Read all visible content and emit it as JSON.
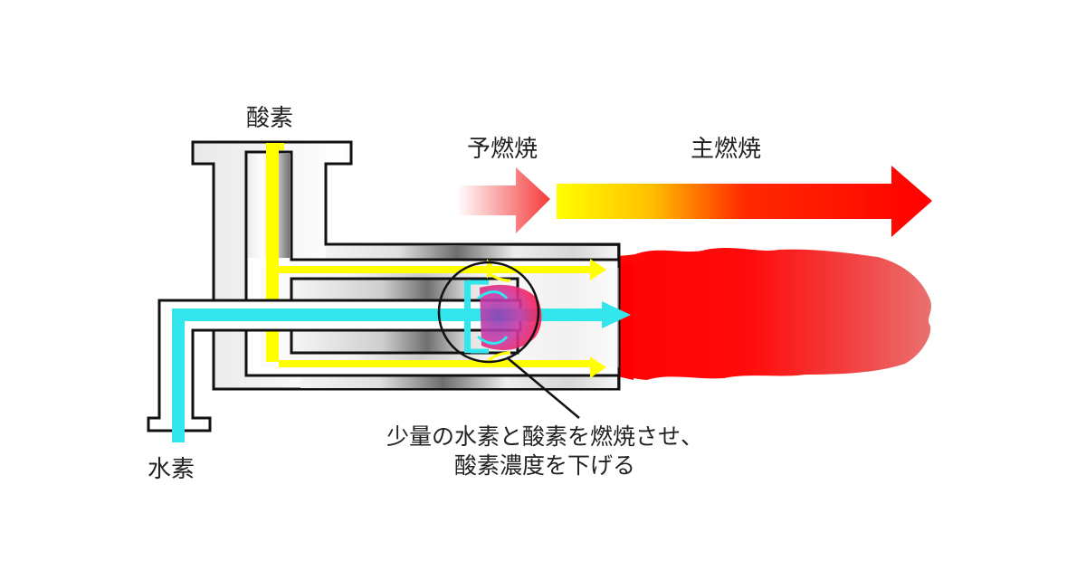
{
  "labels": {
    "oxygen": "酸素",
    "hydrogen": "水素",
    "pre_combustion": "予燃焼",
    "main_combustion": "主燃焼",
    "annotation_line1": "少量の水素と酸素を燃焼させ、",
    "annotation_line2": "酸素濃度を下げる"
  },
  "colors": {
    "oxygen_flow": "#ffff00",
    "hydrogen_flow": "#33e6ee",
    "flame": "#ff0000",
    "outline": "#111111"
  }
}
